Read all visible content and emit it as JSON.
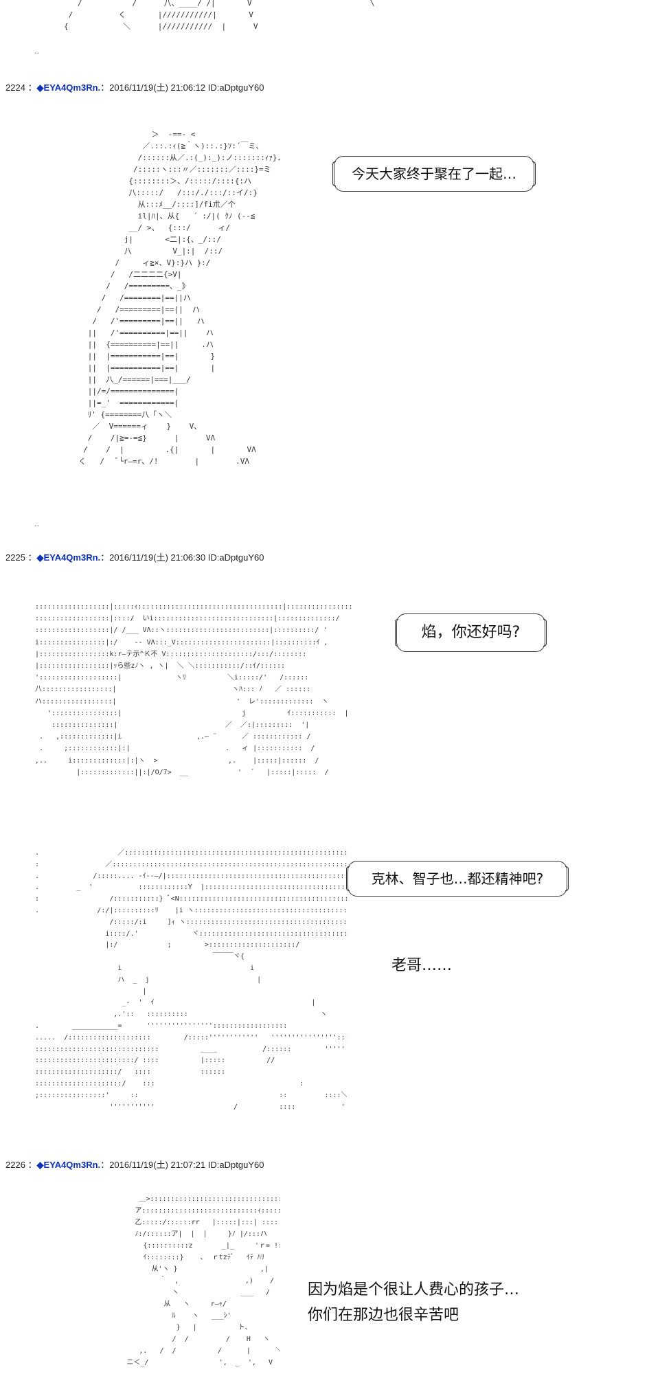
{
  "aa": {
    "top_fragment": "           /           /      八、____/ /|       V                          \\\n         /          く       |///////////|       V                             ＼\n        {            ＼      |///////////  |      V                                |",
    "figure_2224": "                    ＞  -==- <\n                  ／.::.:ｨ(≧｀ヽ)::.:}ｿ:´￣ミ、\n                 /::::::从／.:(_):_):ノ:::::::ｨｧ}ノ\n                /:::::ヽ:::〃／:::::::／::::}=ミ\n               {::::::::＞、/:::::/::::{:ハ\n               八:::::/   /:::/./:::/::イ/:}\n                 从:::ﾒ__/::::]/fi朮／个\n                 il|ﾊ|、从{   ´ :/|( ｸﾉ (--≦\n               __/ >、  {:::/      ィ/\n              j|       <二|:{、_/::/\n              八         V_|:|  /::/\n            /     ィ≧×、V}:}ハ }:/\n           /   /二二二二{>V|\n          /   /=========、_》\n         /   /========|==||ハ\n        /   /=========|==||  ハ\n       /   /'=========|==||   ハ\n      ||   /'==========|==||    ハ\n      ||  {==========|==||     .ハ\n      ||  |===========|==|       }\n      ||  |===========|==|       |\n      ||  八_/======|===|___/\n      ||/=/==============|\n      ||=_'  ============|\n      ﾘ' {========八「ヽ＼\n       ／  V======ィ    }    V、\n      /    /|≧=-=≦}      |      VΛ\n     /    /  |         .{|       |       VΛ\n    く   /   ﾞ└r―=r、/!        |        .VΛ",
    "scene_2225": " ::::::::::::::::::|:::::ｨ:::::::::::::::::::::::::::::::::::|::::::::::::::::\n ::::::::::::::::::|::::/  いi:::::::::::::::::::::::::::::|::::::::::::::/\n ::::::::::::::::::|/ /___ VΛ::ヽ:::::::::::::::::::::::::|::::::::::/ '\n i::::::::::::::::|:/    -- VΛ:::_V:::::::::::::::::::::::|::::::::::ｲ ,\n |:::::::::::::::::k:r―テ示^Ｋ不 V:::::::::::::::::::::/:::/::::::::\n |:::::::::::::::::|ｯら些zﾉヽ , ヽ|  ＼ ＼:::::::::::/::ｲ/::::::\n ':::::::::::::::::::|             ヽﾘ          ＼i:::::/'   /::::::\n 八:::::::::::::::::|                            ヽﾊ::: ﾉ   ／ ::::::\n ハ:::::::::::::::::|                             '  レ':::::::::::::  ヽ\n    '::::::::::::::::|                             j          ｲ:::::::::::  |\n     :::::::::::::::|                          ／  ／:|:::::::::  '|\n  .   ,:::::::::::::|i                  ,.― ¨      ／ :::::::::::: /\n  .     ;::::::::::::|:|                       .   ィ |:::::::::::  /\n ,..     i:::::::::::::|:|ヽ  >                 ,.    |:::::|::::::  /\n           |:::::::::::::||:|/O/7>  __            '  ´   |:::::|:::::  /",
    "scene_2225b": " .                   ／:::::::::::::::::::::::::::::::::::::::::::::::::::::::::::::::::::::::ヽ\n :                ／::::::::::::::::::::::::::::::::::::::::::::::::::::::::::::::::::::::::::}\n .             /:::::.... -ｲ--―/|::::::::::::::::::::::::::::::::::::::::::::::::::::::::|\n .         _  '           ::::::::::::Y  |::::::::::::::::::::::::::::::::::::::::::::::::::/\n :                 /:::::::::::} ﾞ<N::::::::::::::::::::::::::::::::::::::::::::::/\n .              /:/|::::::::::ﾘ    |i ヽ:::::::::::::::::::::::::::::::::::::::::ヽ\n                   /:::::/:i     ]ｨ ヽ::::::::::::::::::::::::::::::::::::::::ト\n                  i::::/.'             ヾ:::::::::::::::::::::::::::::::::::::/|/ ヾ\n                  |:/            ;        >:::::::::::::::::::::/\n                                            ￣￣￣ヾ{\n                     i                               i\n                     ハ  _  j                          |\n                           |\n                      _-  '  ｲ                                      |\n                    ,.'::   ::::::::::                                ヽ\n .        ___________=      ''''''''''''''''::::::::::::::::::                      ＼\n .....  /::::::::::::::::::::        /:::::''''''''''''   ''''''''''''''''::::::::::::::::\n ::::::::::::::::::::::::::::::          ____           /::::::        ''''''''''''''''\n ::::::::::::::::::::::::/ ::::          |:::::          //                         ＼\n ::::::::::::::::::::/   ::::            ::::::                                  ヽ\n :::::::::::::::::::::/    :::                                   :            ゛、\n ;::::::::::::::::'     ::                                  ::         ::::＼\n                   '''''''''''                   /          ::::           ''''''''''''",
    "figure_2226": "                   ＿>:::::::::::::::::::::::::::::::::::ソ\n                  ア::::::::::::::::::::::::::::ｨ:::::::::ｧ::::::ﾍ,,::::::::く￣\n                  乙:::::/::::::rr   |:::::|:::| ::::  |!::::::\n                  ﾉ:/::::::ア|  |  |     }ﾉ |/:::ハ\n                    {::::::::::z       _|_     'ｒ= !:::|\n                    ｲ::::::::}    ､  ｒtzﾃﾞ   ｲﾃ ﾊﾘ\n                      从'ヽ }                    ,|\n                        ｀  ,                ,)    /\n                           ヽ               ___   /\n                         从   ヽ     r―ｬ/\n                           ﾙ    ヽ   ___ｼ'\n                            }   |          ト、\n                           /  /         /    H   ヽ\n                   ,.   /  /          /      |      ＼\n                ニ＜_/                 ',  _  ',   V  ニ"
  },
  "posts": [
    {
      "number": "2224",
      "trip": "◆EYA4Qm3Rn.",
      "datetime": "2016/11/19(土) 21:06:12",
      "id": "ID:aDptguY60"
    },
    {
      "number": "2225",
      "trip": "◆EYA4Qm3Rn.",
      "datetime": "2016/11/19(土) 21:06:30",
      "id": "ID:aDptguY60"
    },
    {
      "number": "2226",
      "trip": "◆EYA4Qm3Rn.",
      "datetime": "2016/11/19(土) 21:07:21",
      "id": "ID:aDptguY60"
    }
  ],
  "separators": {
    "after_top": "..",
    "after_2224": ".."
  },
  "dialogue": {
    "bubble_2224": "今天大家终于聚在了一起…",
    "bubble_2225": "焰，你还好吗?",
    "bubble_2225b": "克林、智子也…都还精神吧?",
    "text_2225b": "老哥……",
    "text_2226_line1": "因为焰是个很让人费心的孩子…",
    "text_2226_line2": "你们在那边也很辛苦吧"
  },
  "colors": {
    "trip": "#0a2fb8",
    "text": "#111111",
    "art": "#333333"
  }
}
